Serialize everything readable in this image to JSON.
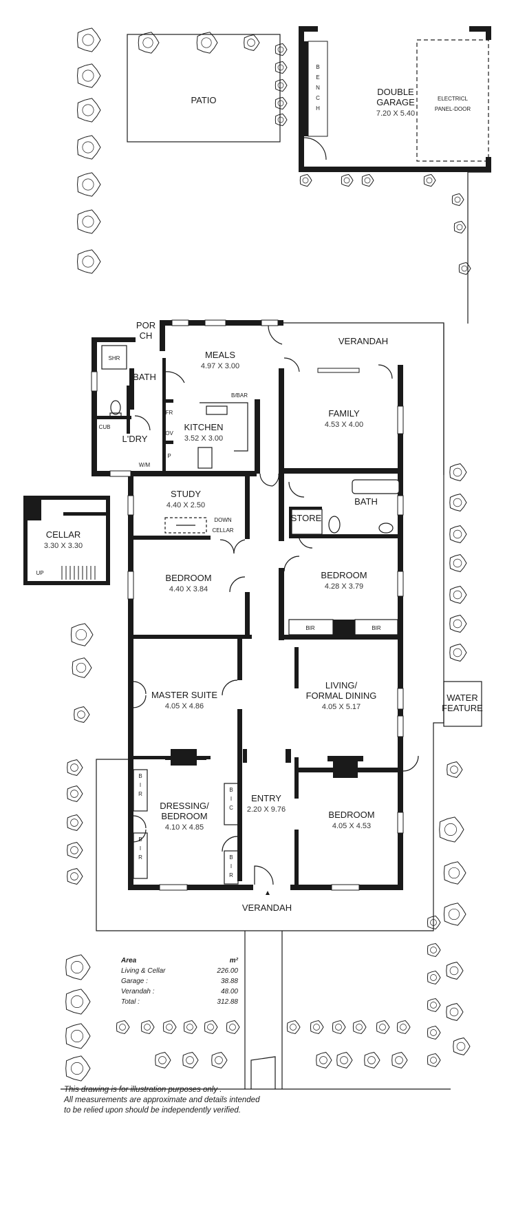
{
  "rooms": {
    "patio": {
      "name": "PATIO"
    },
    "double_garage": {
      "name": "DOUBLE\nGARAGE",
      "dims": "7.20 X 5.40"
    },
    "bench": {
      "name": "BENCH"
    },
    "garage_door": {
      "name": "ELECTRICL\nPANEL-DOOR"
    },
    "porch": {
      "name": "POR\nCH"
    },
    "meals": {
      "name": "MEALS",
      "dims": "4.97 X 3.00"
    },
    "verandah_rear": {
      "name": "VERANDAH"
    },
    "family": {
      "name": "FAMILY",
      "dims": "4.53 X 4.00"
    },
    "shower": {
      "name": "SHR"
    },
    "bath_rear": {
      "name": "BATH"
    },
    "bbar": {
      "name": "B/BAR"
    },
    "fr": {
      "name": "FR"
    },
    "ov": {
      "name": "OV"
    },
    "cub": {
      "name": "CUB"
    },
    "laundry": {
      "name": "L'DRY"
    },
    "kitchen": {
      "name": "KITCHEN",
      "dims": "3.52 X 3.00"
    },
    "pantry": {
      "name": "P"
    },
    "wm": {
      "name": "W/M"
    },
    "study": {
      "name": "STUDY",
      "dims": "4.40 X 2.50"
    },
    "down_cellar": {
      "name": "DOWN\nCELLAR"
    },
    "bath_mid": {
      "name": "BATH"
    },
    "store": {
      "name": "STORE"
    },
    "cellar": {
      "name": "CELLAR",
      "dims": "3.30 X 3.30"
    },
    "cellar_up": {
      "name": "UP"
    },
    "bedroom_1": {
      "name": "BEDROOM",
      "dims": "4.40 X 3.84"
    },
    "bedroom_2": {
      "name": "BEDROOM",
      "dims": "4.28 X 3.79"
    },
    "bir_left": {
      "name": "BIR"
    },
    "bir_right": {
      "name": "BIR"
    },
    "master_suite": {
      "name": "MASTER SUITE",
      "dims": "4.05 X 4.86"
    },
    "living": {
      "name": "LIVING/\nFORMAL DINING",
      "dims": "4.05 X 5.17"
    },
    "water_feature": {
      "name": "WATER\nFEATURE"
    },
    "bir_v1": {
      "name": "BIR"
    },
    "bic": {
      "name": "BIC"
    },
    "bir_v2": {
      "name": "BIR"
    },
    "bir_v3": {
      "name": "BIR"
    },
    "dressing": {
      "name": "DRESSING/\nBEDROOM",
      "dims": "4.10 X 4.85"
    },
    "entry": {
      "name": "ENTRY",
      "dims": "2.20 X 9.76"
    },
    "bedroom_3": {
      "name": "BEDROOM",
      "dims": "4.05 X 4.53"
    },
    "verandah_front": {
      "name": "VERANDAH"
    }
  },
  "area_table": {
    "heading": "Area",
    "unit": "m²",
    "rows": [
      {
        "label": "Living & Cellar",
        "value": "226.00"
      },
      {
        "label": "Garage :",
        "value": "38.88"
      },
      {
        "label": "Verandah :",
        "value": "48.00"
      },
      {
        "label": "Total :",
        "value": "312.88"
      }
    ]
  },
  "disclaimer": [
    "This drawing is for illustration purposes only .",
    "All measurements are approximate and details intended",
    "to be relied upon should be independently verified."
  ],
  "colors": {
    "wall": "#1a1a1a",
    "background": "#ffffff"
  }
}
